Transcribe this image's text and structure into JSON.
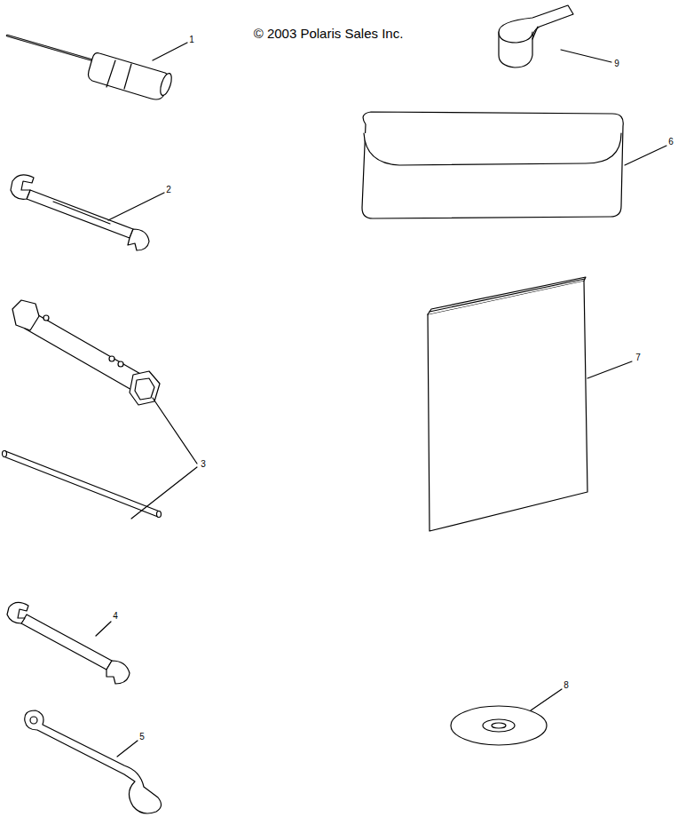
{
  "diagram": {
    "labels": [
      "© 2003 Polaris Sales Inc.",
      "1",
      "9",
      "6",
      "2",
      "7",
      "3",
      "4",
      "8",
      "5"
    ]
  }
}
